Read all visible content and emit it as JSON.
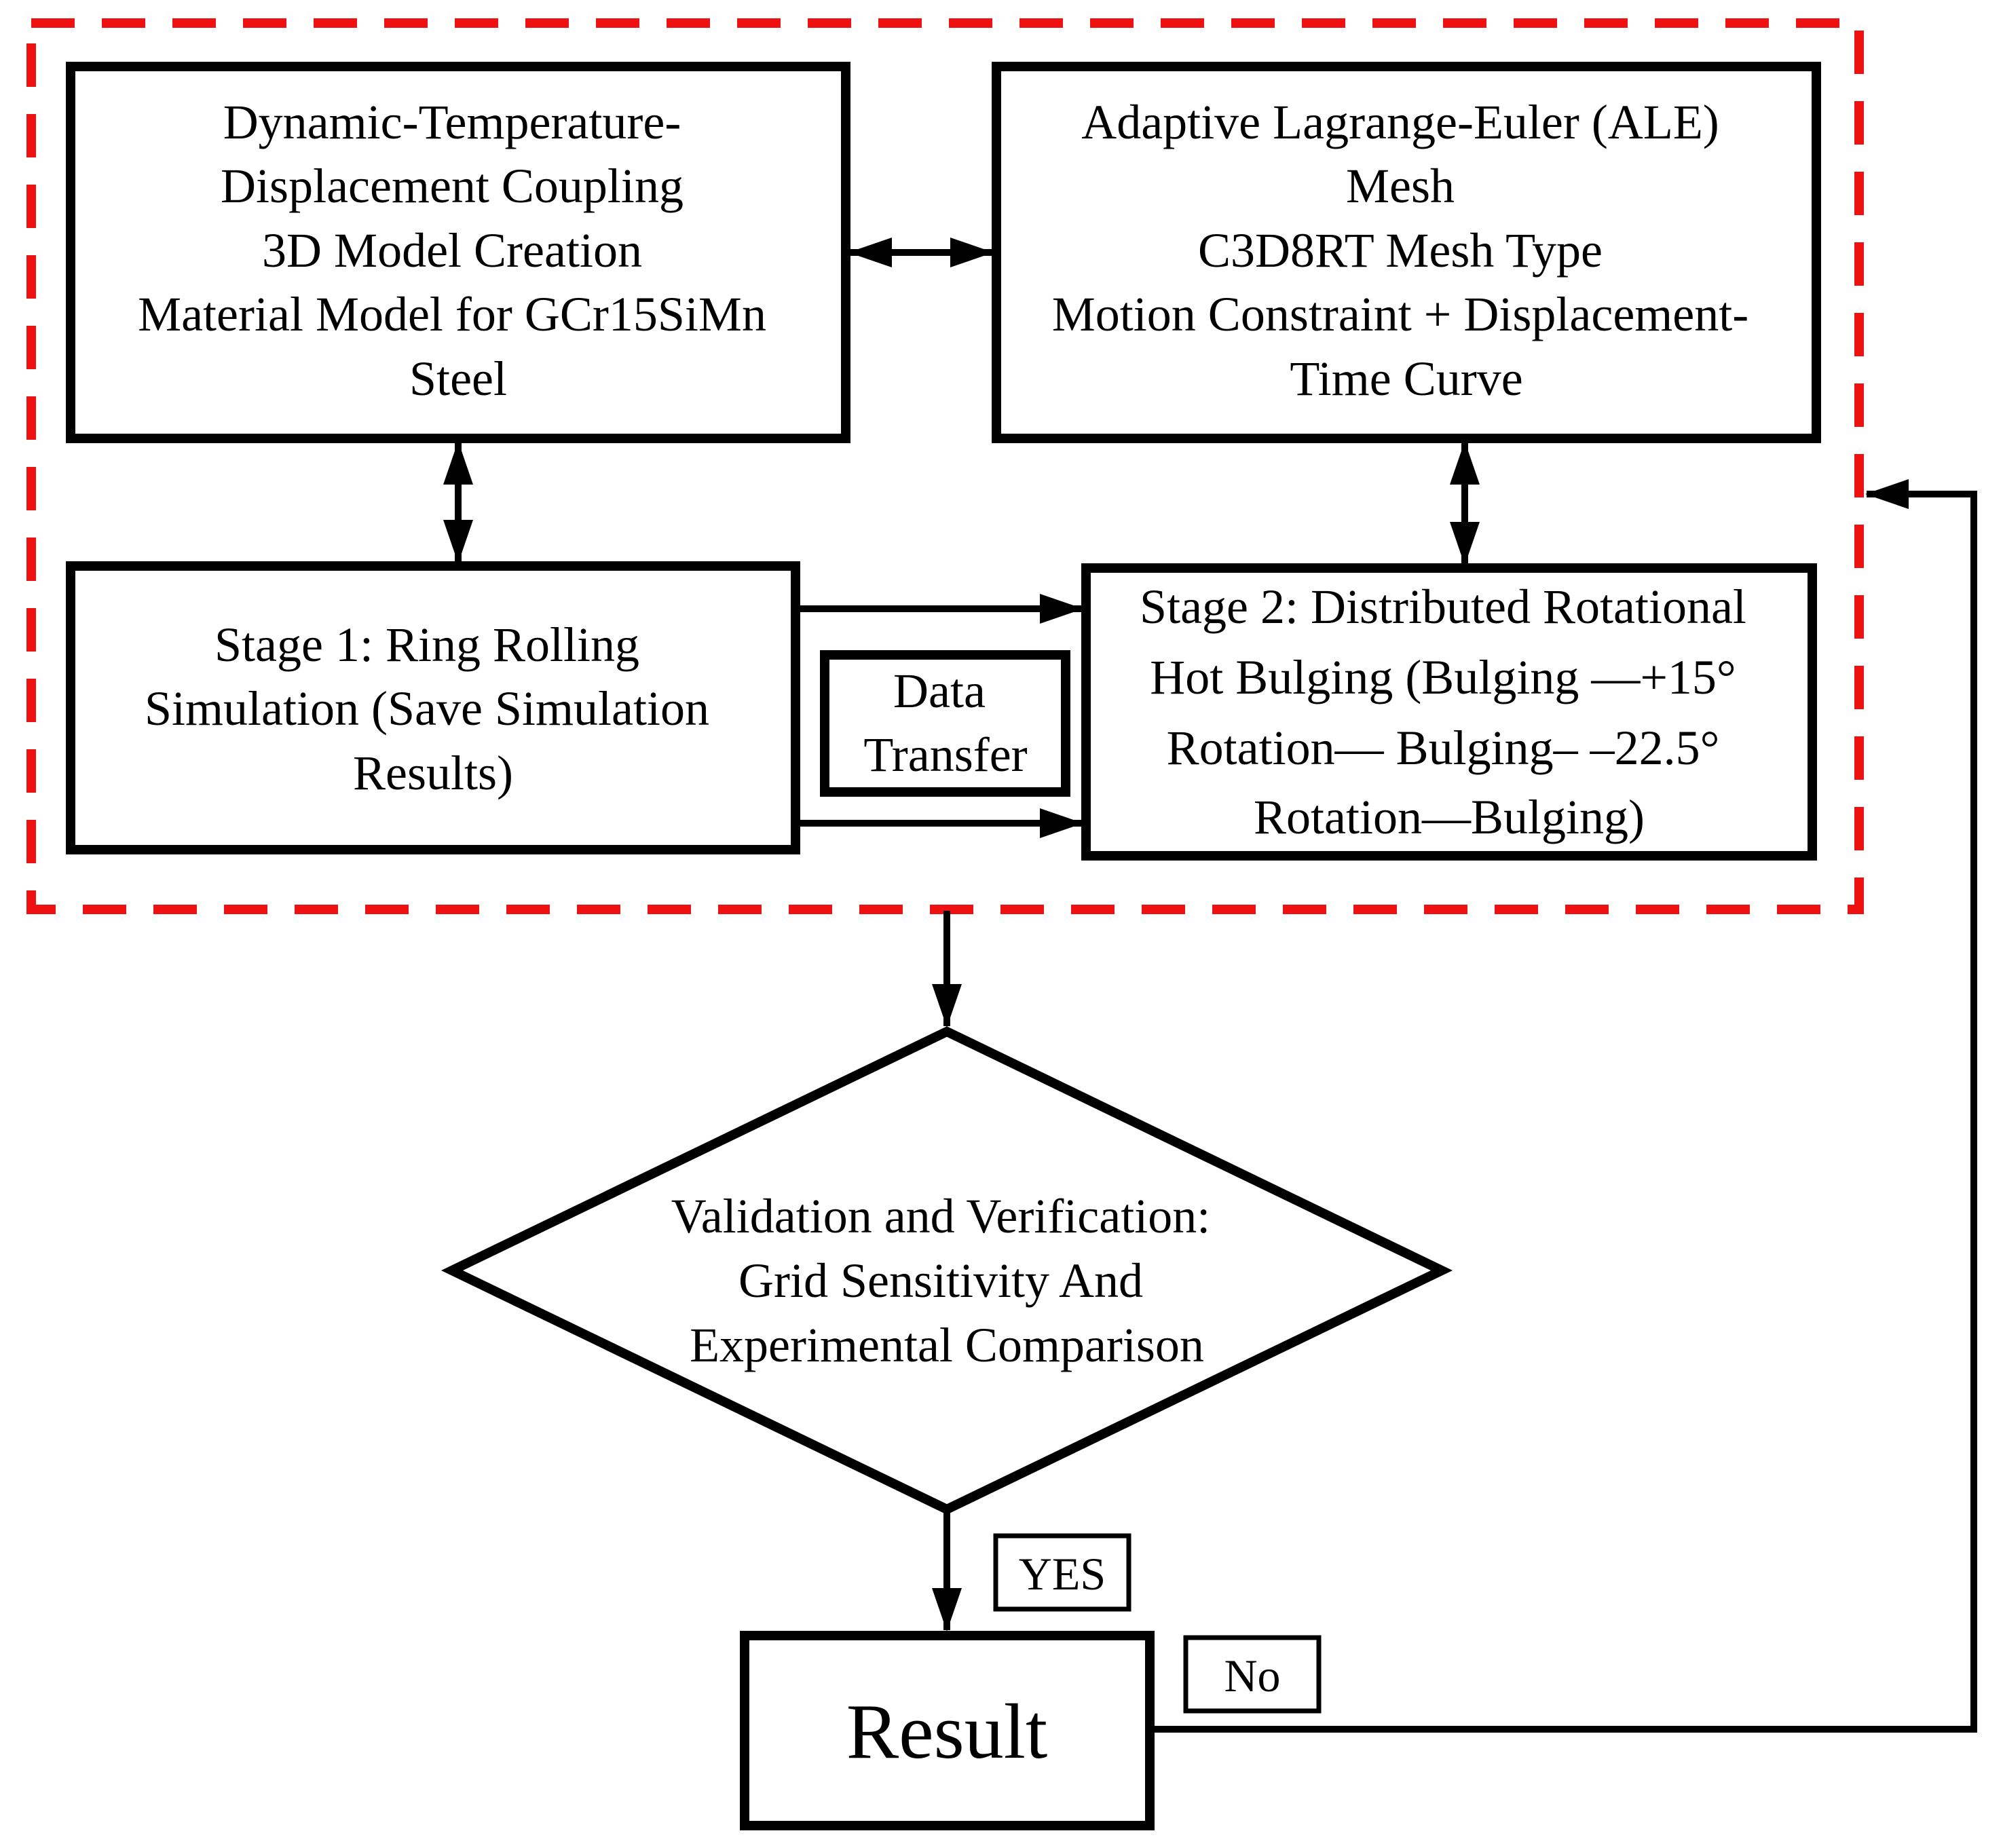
{
  "colors": {
    "frame_dashed": "#ee1111",
    "lines": "#000000",
    "background": "#ffffff"
  },
  "boxes": {
    "model": {
      "lines": [
        "Dynamic-Temperature-",
        "Displacement Coupling",
        "3D Model Creation",
        "Material Model for GCr15SiMn",
        "Steel"
      ]
    },
    "mesh": {
      "lines": [
        "Adaptive Lagrange-Euler (ALE)",
        "Mesh",
        "C3D8RT Mesh Type",
        "Motion Constraint + Displacement-",
        "Time Curve"
      ]
    },
    "stage1": {
      "lines": [
        "Stage 1: Ring Rolling",
        "Simulation (Save Simulation",
        "Results)"
      ]
    },
    "stage2": {
      "lines": [
        "Stage 2: Distributed Rotational",
        "Hot Bulging (Bulging —+15°",
        "Rotation— Bulging– –22.5°",
        "Rotation—Bulging)"
      ]
    },
    "data_transfer": {
      "lines": [
        "Data",
        "Transfer"
      ]
    }
  },
  "decision": {
    "lines": [
      "Validation and Verification:",
      "Grid Sensitivity And",
      "Experimental Comparison"
    ]
  },
  "result": {
    "label": "Result"
  },
  "branches": {
    "yes": "YES",
    "no": "No"
  }
}
